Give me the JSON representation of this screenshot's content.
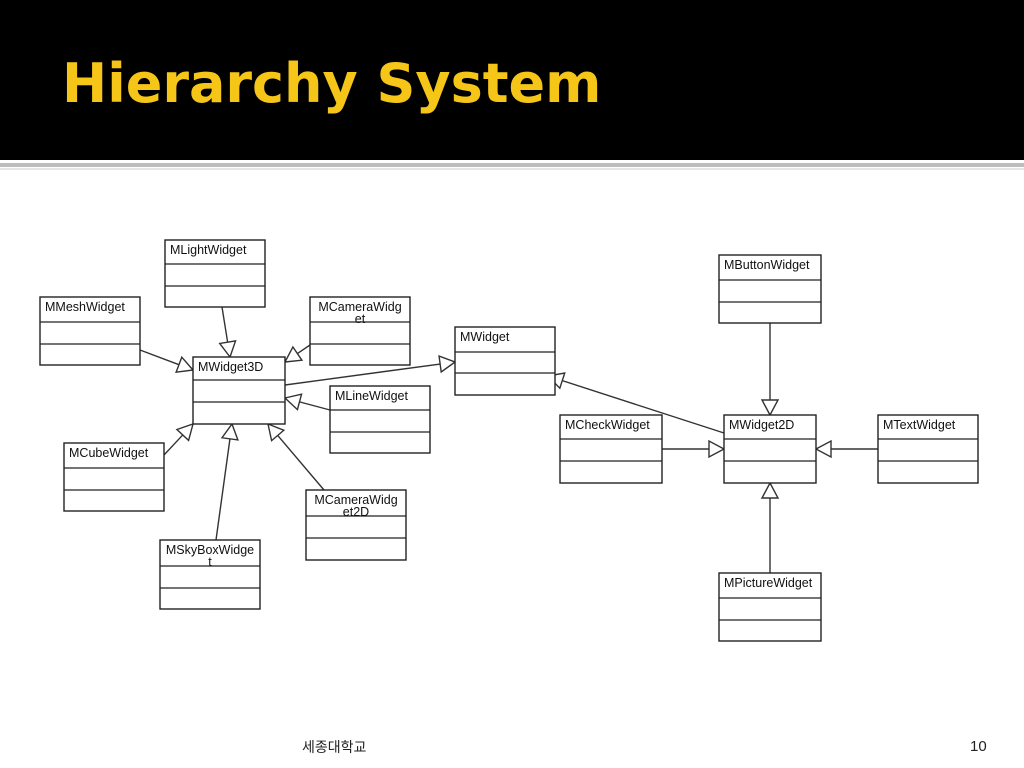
{
  "slide": {
    "title": "Hierarchy System",
    "footer_org": "세종대학교",
    "page_number": "10"
  },
  "colors": {
    "title_bar": "#000000",
    "title_text": "#f5c518",
    "line": "#333333"
  },
  "diagram": {
    "classes": {
      "mlight": [
        "MLightWidget"
      ],
      "mmesh": [
        "MMeshWidget"
      ],
      "mcamera": [
        "MCameraWidg",
        "et"
      ],
      "mwidget3d": [
        "MWidget3D"
      ],
      "mwidget": [
        "MWidget"
      ],
      "mline": [
        "MLineWidget"
      ],
      "mcube": [
        "MCubeWidget"
      ],
      "mcamera2d": [
        "MCameraWidg",
        "et2D"
      ],
      "mskybox": [
        "MSkyBoxWidge",
        "t"
      ],
      "mbutton": [
        "MButtonWidget"
      ],
      "mcheck": [
        "MCheckWidget"
      ],
      "mwidget2d": [
        "MWidget2D"
      ],
      "mtext": [
        "MTextWidget"
      ],
      "mpicture": [
        "MPictureWidget"
      ]
    },
    "inheritance": [
      [
        "mlight",
        "mwidget3d"
      ],
      [
        "mmesh",
        "mwidget3d"
      ],
      [
        "mcamera",
        "mwidget3d"
      ],
      [
        "mline",
        "mwidget3d"
      ],
      [
        "mcube",
        "mwidget3d"
      ],
      [
        "mskybox",
        "mwidget3d"
      ],
      [
        "mcamera2d",
        "mwidget3d"
      ],
      [
        "mwidget3d",
        "mwidget"
      ],
      [
        "mwidget2d",
        "mwidget"
      ],
      [
        "mbutton",
        "mwidget2d"
      ],
      [
        "mcheck",
        "mwidget2d"
      ],
      [
        "mtext",
        "mwidget2d"
      ],
      [
        "mpicture",
        "mwidget2d"
      ]
    ]
  }
}
